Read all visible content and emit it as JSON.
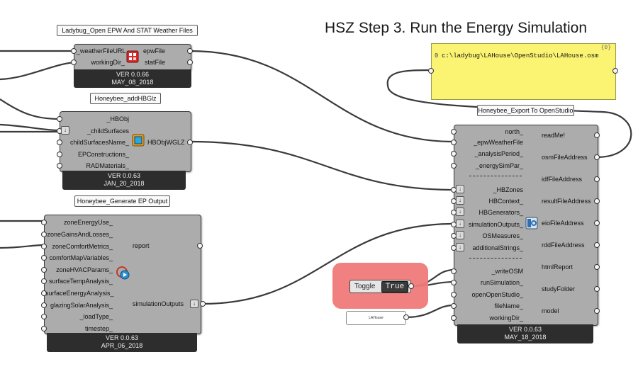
{
  "canvas_title": "HSZ Step 3. Run the Energy Simulation",
  "weather_component": {
    "label": "Ladybug_Open EPW And STAT Weather Files",
    "inputs": [
      "_weatherFileURL",
      "workingDir_"
    ],
    "outputs": [
      "epwFile",
      "statFile"
    ],
    "version": "VER 0.0.66",
    "date": "MAY_08_2018"
  },
  "addhbglz_component": {
    "label": "Honeybee_addHBGlz",
    "inputs": [
      "_HBObj",
      "_childSurfaces",
      "childSurfacesName_",
      "EPConstructions_",
      "RADMaterials_"
    ],
    "outputs": [
      "HBObjWGLZ"
    ],
    "version": "VER 0.0.63",
    "date": "JAN_20_2018"
  },
  "ep_output_component": {
    "label": "Honeybee_Generate EP Output",
    "inputs": [
      "zoneEnergyUse_",
      "zoneGainsAndLosses_",
      "zoneComfortMetrics_",
      "comfortMapVariables_",
      "zoneHVACParams_",
      "surfaceTempAnalysis_",
      "surfaceEnergyAnalysis_",
      "glazingSolarAnalysis_",
      "_loadType_",
      "timestep_"
    ],
    "outputs": [
      "report",
      "simulationOutputs"
    ],
    "version": "VER 0.0.63",
    "date": "APR_06_2018"
  },
  "export_component": {
    "label": "Honeybee_Export To OpenStudio",
    "inputs": [
      "north_",
      "_epwWeatherFile",
      "_analysisPeriod_",
      "_energySimPar_",
      "_HBZones",
      "HBContext_",
      "HBGenerators_",
      "simulationOutputs_",
      "OSMeasures_",
      "additionalStrings_",
      "_writeOSM",
      "runSimulation_",
      "openOpenStudio_",
      "fileName_",
      "workingDir_"
    ],
    "outputs": [
      "readMe!",
      "osmFileAddress",
      "idfFileAddress",
      "resultFileAddress",
      "eioFileAddress",
      "rddFileAddress",
      "htmlReport",
      "studyFolder",
      "model"
    ],
    "version": "VER 0.0.63",
    "date": "MAY_18_2018"
  },
  "output_panel": {
    "count": "{0}",
    "index": "0",
    "value": "c:\\ladybug\\LAHouse\\OpenStudio\\LAHouse.osm"
  },
  "toggle": {
    "label": "Toggle",
    "value": "True"
  },
  "filename_panel": {
    "value": "LAHouse"
  },
  "colors": {
    "canvas": "#ffffff",
    "component": "#acacac",
    "footer": "#2d2d2d",
    "panel": "#fbf472",
    "group": "#f07a7a",
    "wire": "#3a3a3a"
  },
  "icons": [
    "flatten-icon",
    "addhbglz-icon",
    "generate-output-icon",
    "openstudio-icon"
  ]
}
